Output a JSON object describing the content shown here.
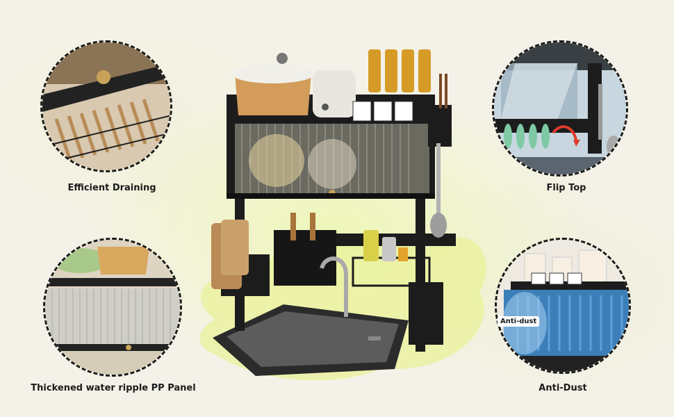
{
  "features": {
    "top_left": {
      "label": "Efficient Draining",
      "icon": "drain-rack-closeup"
    },
    "top_right": {
      "label": "Flip Top",
      "icon": "flip-door-closeup"
    },
    "bottom_left": {
      "label": "Thickened water ripple PP Panel",
      "icon": "ripple-panel-closeup"
    },
    "bottom_right": {
      "label": "Anti-Dust",
      "tag": "Anti-dust",
      "icon": "dust-shield-closeup"
    }
  },
  "product": {
    "name": "over-sink-dish-rack",
    "color": "#1c1c1c",
    "accent": "#d9a866"
  }
}
